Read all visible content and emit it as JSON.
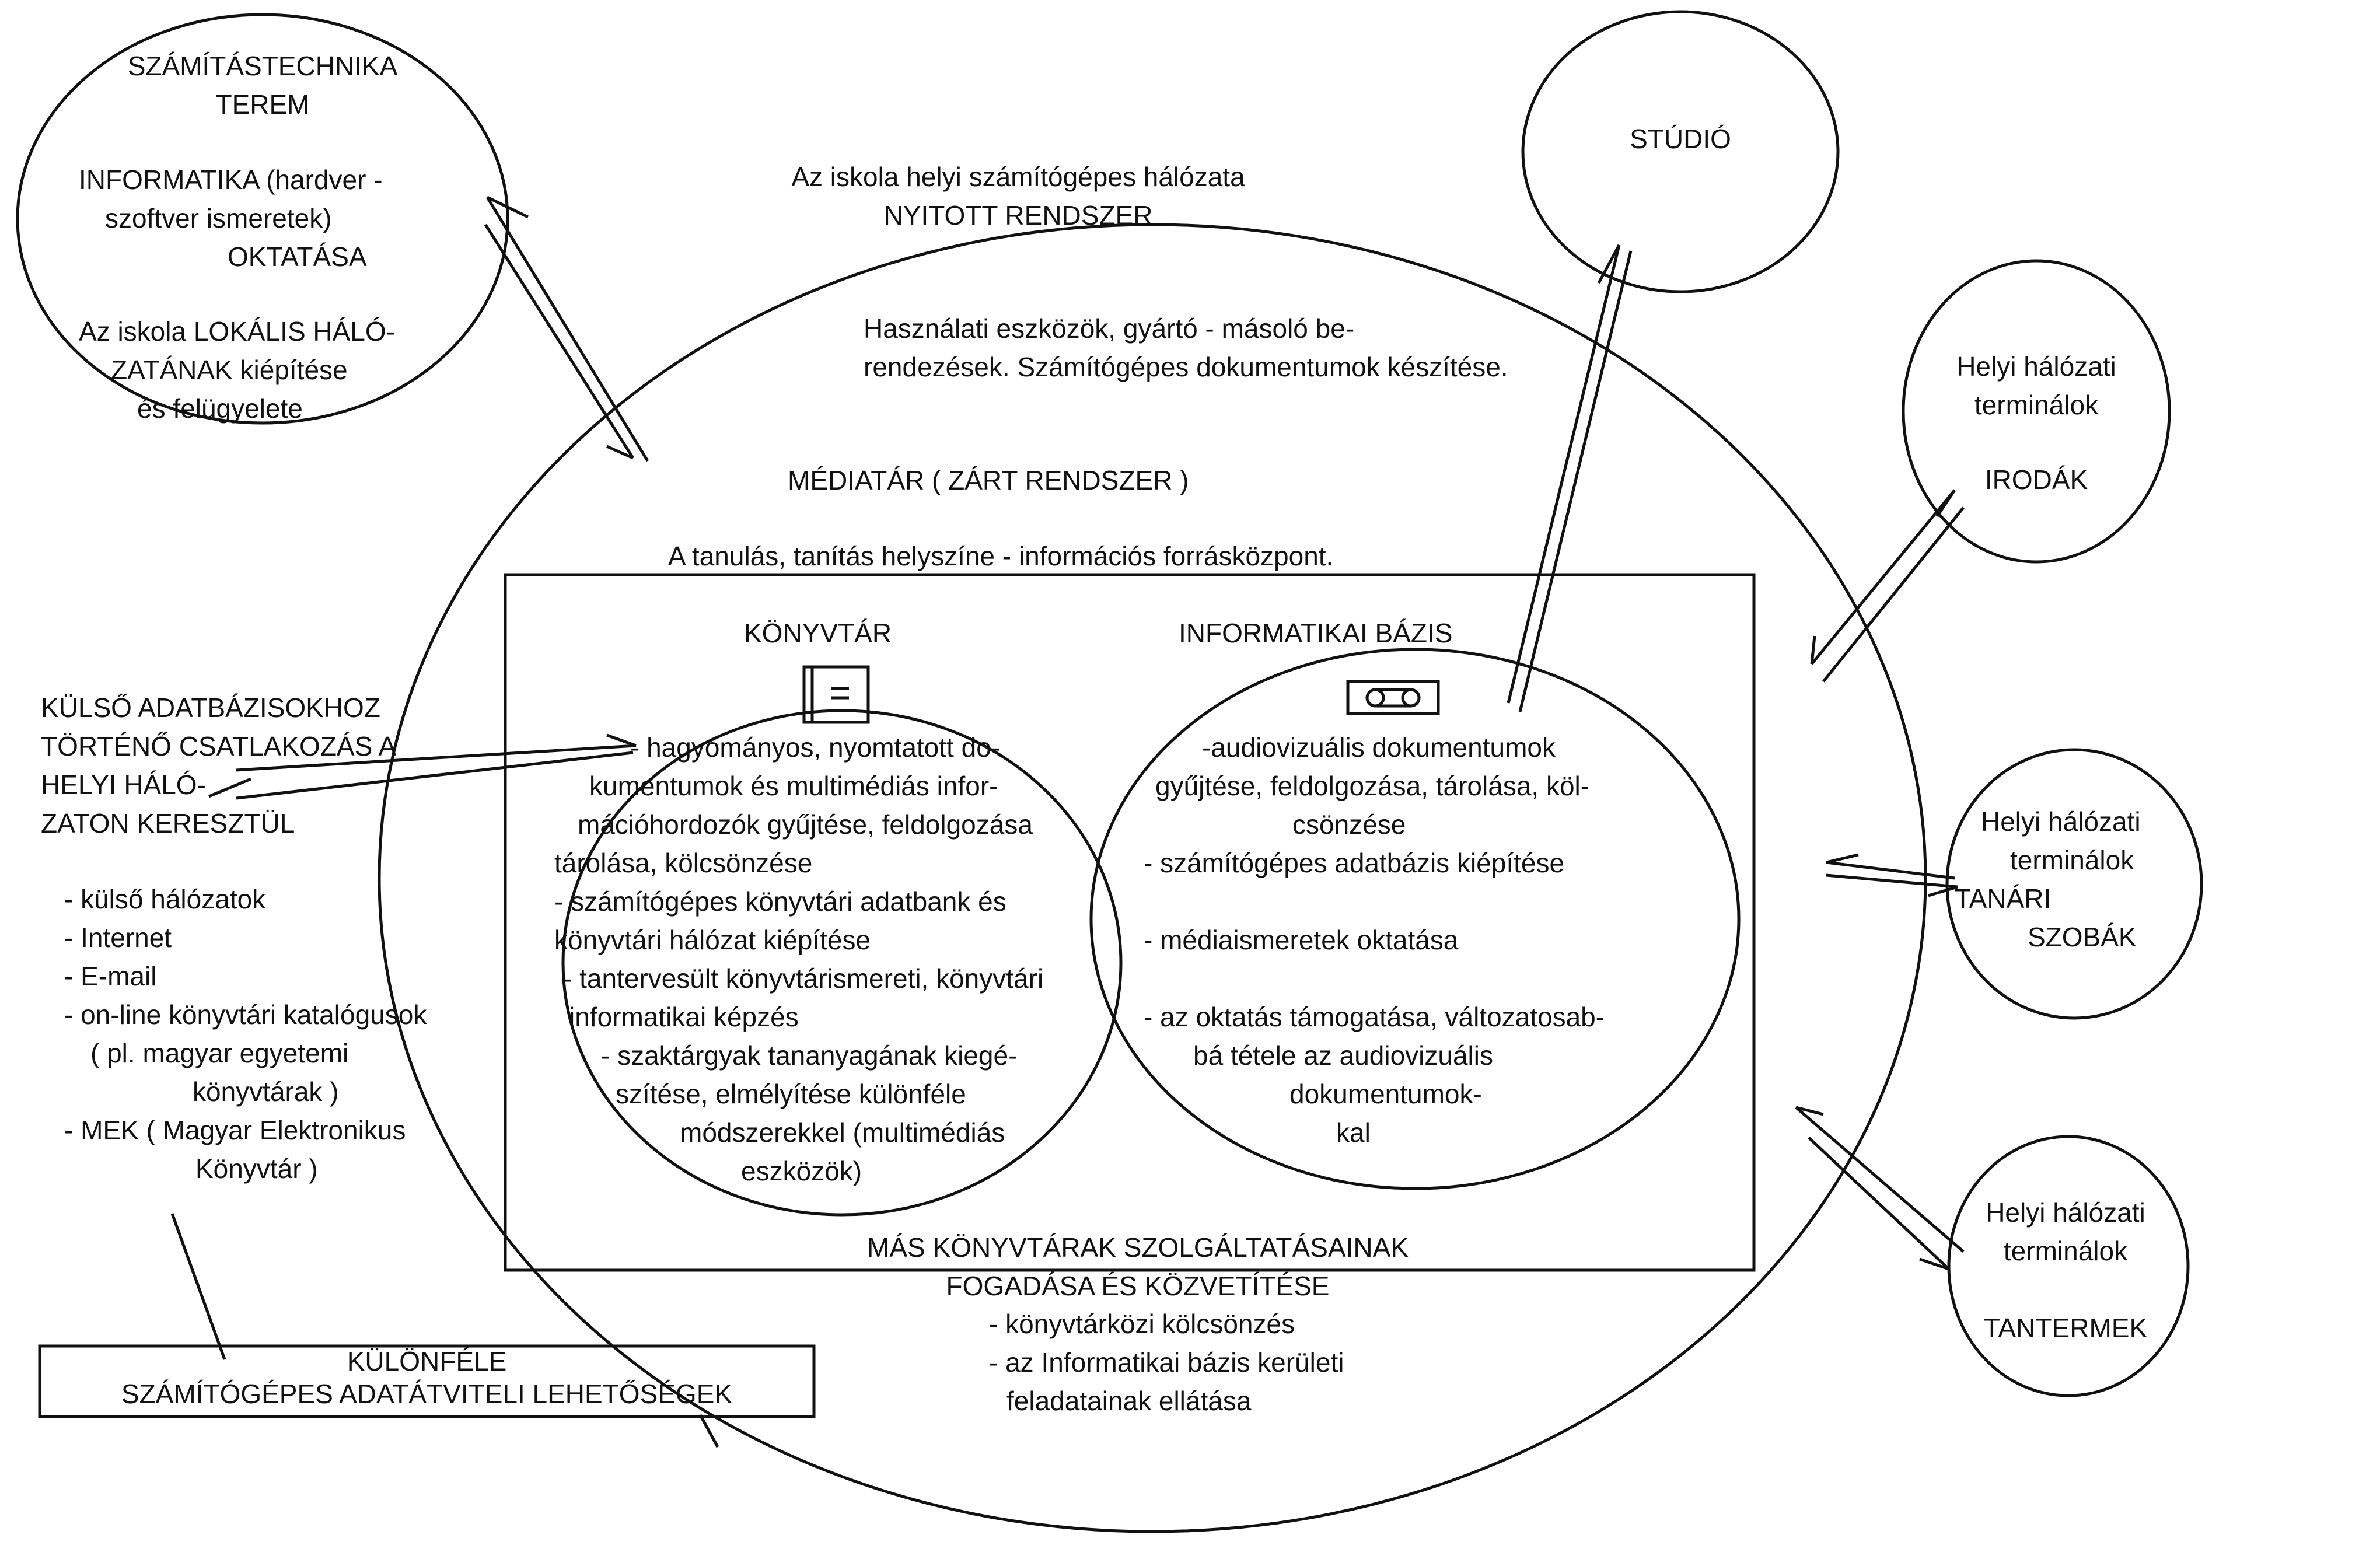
{
  "top_left_oval": {
    "title_lines": [
      "SZÁMÍTÁSTECHNIKA",
      "TEREM"
    ],
    "mid_lines": [
      "INFORMATIKA (hardver -",
      "szoftver  ismeretek)",
      "OKTATÁSA"
    ],
    "bottom_lines": [
      "Az  iskola  LOKÁLIS  HÁLÓ-",
      "ZATÁNAK  kiépítése",
      "és  felügyelete"
    ]
  },
  "studio": {
    "label": "STÚDIÓ"
  },
  "network_heading": [
    "Az  iskola  helyi  számítógépes  hálózata",
    "NYITOTT  RENDSZER"
  ],
  "devices_text": [
    "Használati  eszközök,  gyártó - másoló  be-",
    "rendezések.  Számítógépes dokumentumok készítése."
  ],
  "mediatar": {
    "title": "MÉDIATÁR    ( ZÁRT  RENDSZER )",
    "subtitle": "A  tanulás, tanítás helyszíne  -  információs  forrásközpont."
  },
  "library": {
    "title": "KÖNYVTÁR",
    "icon": "book-icon",
    "lines": [
      "- hagyományos, nyomtatott do-",
      "kumentumok és multimédiás infor-",
      "mációhordozók  gyűjtése, feldolgozása",
      "tárolása, kölcsönzése",
      "- számítógépes könyvtári adatbank és",
      "könyvtári hálózat kiépítése",
      "- tantervesült könyvtárismereti, könyvtári",
      "informatikai képzés",
      "- szaktárgyak tananyagának kiegé-",
      "szítése, elmélyítése  különféle",
      "módszerekkel (multimédiás",
      "eszközök)"
    ]
  },
  "infobase": {
    "title": "INFORMATIKAI  BÁZIS",
    "icon": "cassette-icon",
    "lines": [
      "-audiovizuális dokumentumok",
      "gyűjtése, feldolgozása, tárolása, köl-",
      "csönzése",
      "- számítógépes adatbázis kiépítése",
      "- médiaismeretek oktatása",
      "- az oktatás támogatása, változatosab-",
      "bá tétele az  audiovizuális",
      "dokumentumok-",
      "kal"
    ]
  },
  "external": {
    "heading": [
      "KÜLSŐ  ADATBÁZISOKHOZ",
      "TÖRTÉNŐ  CSATLAKOZÁS  A",
      "HELYI  HÁLÓ-",
      "ZATON  KERESZTÜL"
    ],
    "items": [
      "- külső hálózatok",
      "- Internet",
      "- E-mail",
      "- on-line könyvtári katalógusok",
      "( pl. magyar egyetemi",
      "könyvtárak )",
      "- MEK ( Magyar Elektronikus",
      "Könyvtár )"
    ]
  },
  "bottom_box": {
    "lines": [
      "KÜLÖNFÉLE",
      "SZÁMÍTÓGÉPES  ADATÁTVITELI  LEHETŐSÉGEK"
    ]
  },
  "other_libraries": {
    "lines": [
      "MÁS KÖNYVTÁRAK SZOLGÁLTATÁSAINAK",
      "FOGADÁSA  ÉS  KÖZVETÍTÉSE"
    ],
    "items": [
      "- könyvtárközi kölcsönzés",
      "- az Informatikai bázis kerületi",
      "feladatainak  ellátása"
    ]
  },
  "terminals": [
    {
      "lines": [
        "Helyi hálózati",
        "terminálok"
      ],
      "place": "IRODÁK"
    },
    {
      "lines": [
        "Helyi hálózati",
        "terminálok"
      ],
      "place_lines": [
        "TANÁRI",
        "SZOBÁK"
      ]
    },
    {
      "lines": [
        "Helyi hálózati",
        "terminálok"
      ],
      "place": "TANTERMEK"
    }
  ]
}
